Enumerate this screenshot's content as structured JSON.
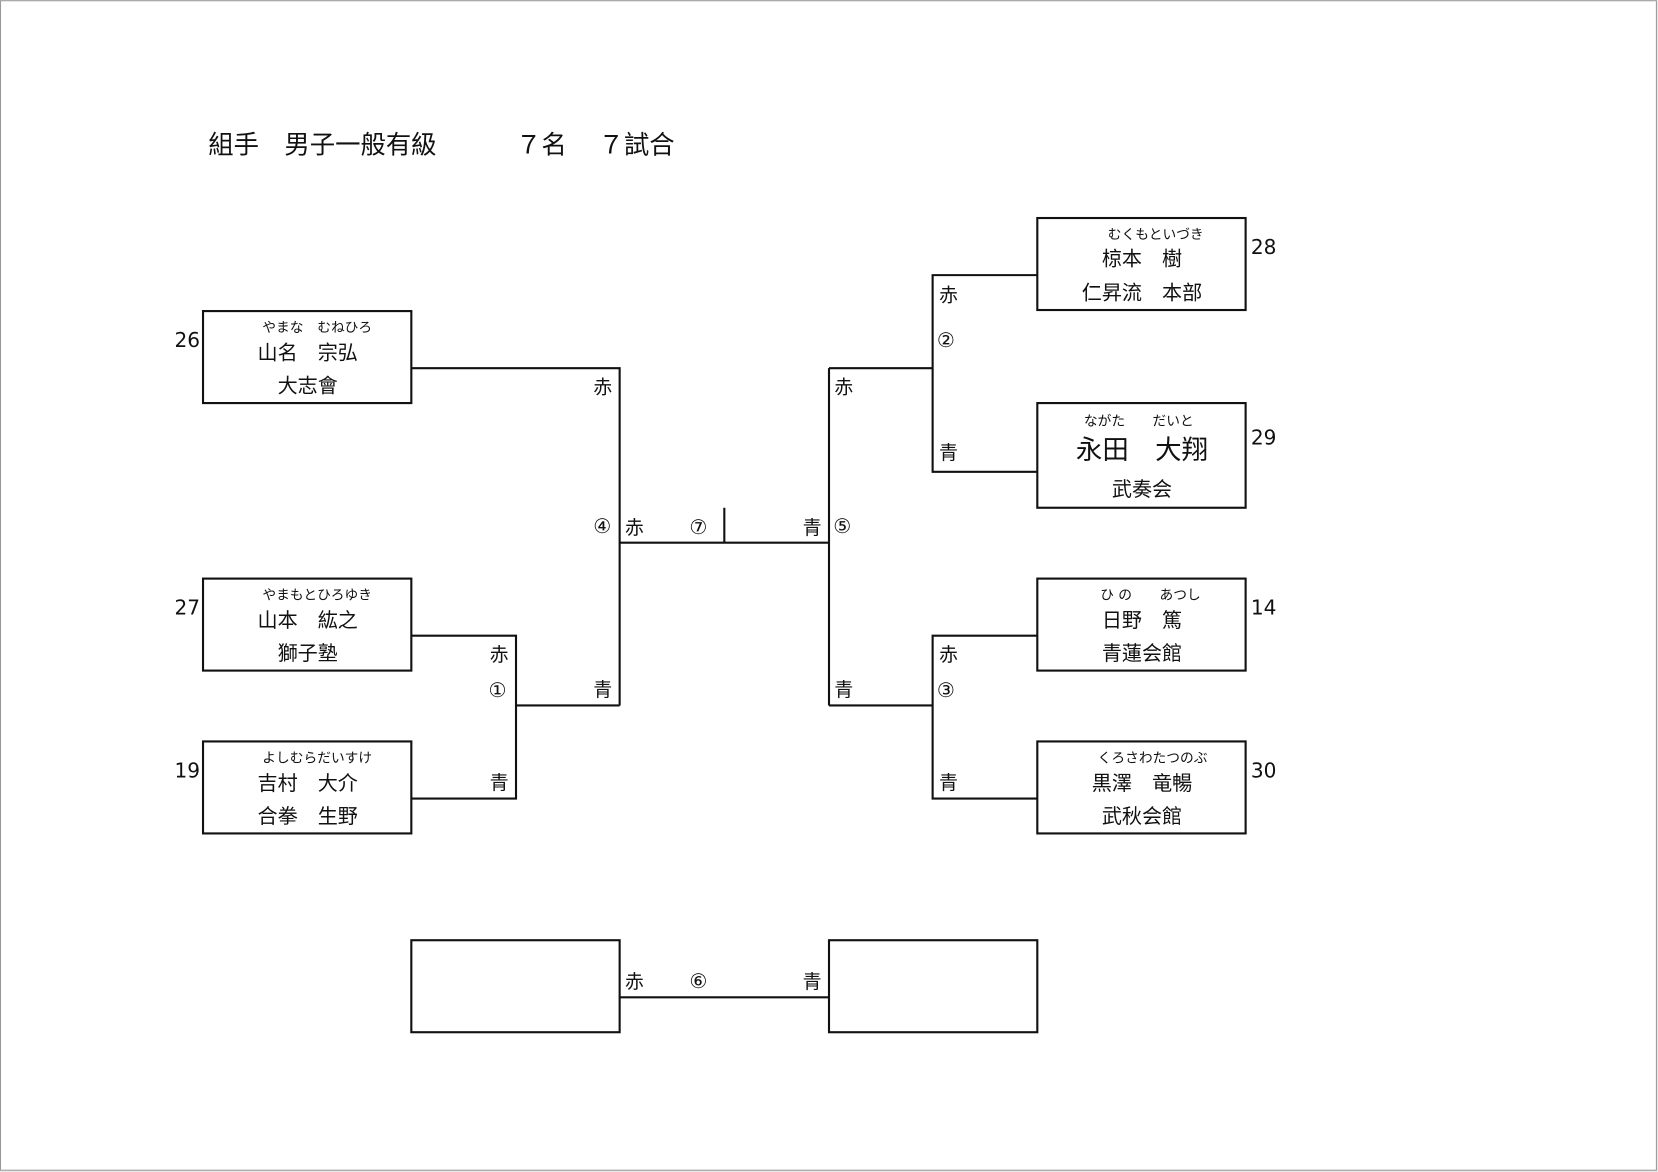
{
  "title": {
    "event": "組手　男子一般有級",
    "players": "７名",
    "matches": "７試合"
  },
  "sides": {
    "red": "赤",
    "blue": "青"
  },
  "competitors": [
    {
      "seed": "26",
      "kana": "やまな　むねひろ",
      "name": "山名　宗弘",
      "club": "大志會",
      "position": "left-1"
    },
    {
      "seed": "27",
      "kana": "やまもとひろゆき",
      "name": "山本　紘之",
      "club": "獅子塾",
      "position": "left-2"
    },
    {
      "seed": "19",
      "kana": "よしむらだいすけ",
      "name": "吉村　大介",
      "club": "合拳　生野",
      "position": "left-3"
    },
    {
      "seed": "28",
      "kana": "むくもといづき",
      "name": "椋本　樹",
      "club": "仁昇流　本部",
      "position": "right-1"
    },
    {
      "seed": "29",
      "kana": "ながた　　だいと",
      "name": "永田　大翔",
      "club": "武奏会",
      "position": "right-2"
    },
    {
      "seed": "14",
      "kana": "ひ の　　あつし",
      "name": "日野　篤",
      "club": "青蓮会館",
      "position": "right-3"
    },
    {
      "seed": "30",
      "kana": "くろさわたつのぶ",
      "name": "黒澤　竜暢",
      "club": "武秋会館",
      "position": "right-4"
    }
  ],
  "matches": [
    {
      "number": "①"
    },
    {
      "number": "②"
    },
    {
      "number": "③"
    },
    {
      "number": "④"
    },
    {
      "number": "⑤"
    },
    {
      "number": "⑥"
    },
    {
      "number": "⑦"
    }
  ],
  "third_place": {
    "red_slot": "",
    "blue_slot": ""
  }
}
